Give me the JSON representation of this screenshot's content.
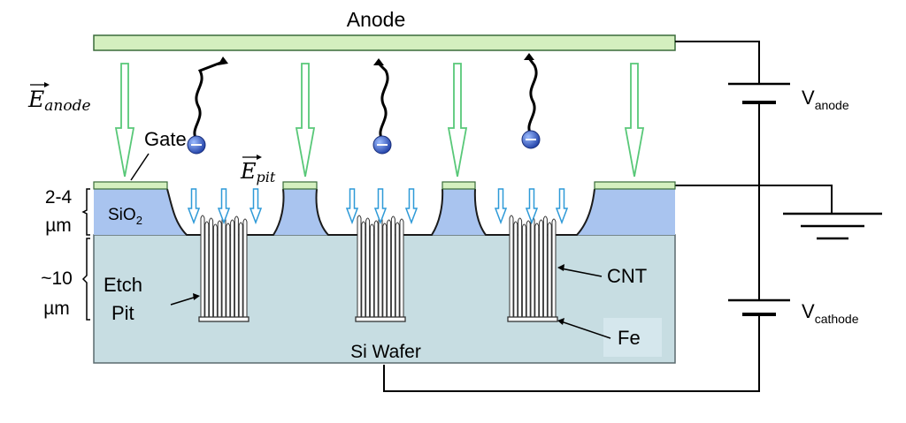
{
  "labels": {
    "anode": "Anode",
    "e_anode": "E",
    "e_anode_sub": "anode",
    "gate": "Gate",
    "e_pit": "E",
    "e_pit_sub": "pit",
    "thickness_oxide": "2-4",
    "unit_oxide": "µm",
    "sio2": "SiO",
    "sio2_sub": "2",
    "thickness_pit": "~10",
    "unit_pit": "µm",
    "etch": "Etch",
    "pit": "Pit",
    "cnt": "CNT",
    "fe": "Fe",
    "wafer": "Si Wafer",
    "v_anode": "V",
    "v_anode_sub": "anode",
    "v_cathode": "V",
    "v_cathode_sub": "cathode"
  },
  "colors": {
    "anode_fill": "#d4efbf",
    "anode_stroke": "#3a6b3a",
    "field_arrow": "#58c878",
    "pit_arrow": "#2e9ad8",
    "oxide": "#a9c4ef",
    "wafer": "#c7dde2",
    "electron": "#2e5fd0"
  }
}
